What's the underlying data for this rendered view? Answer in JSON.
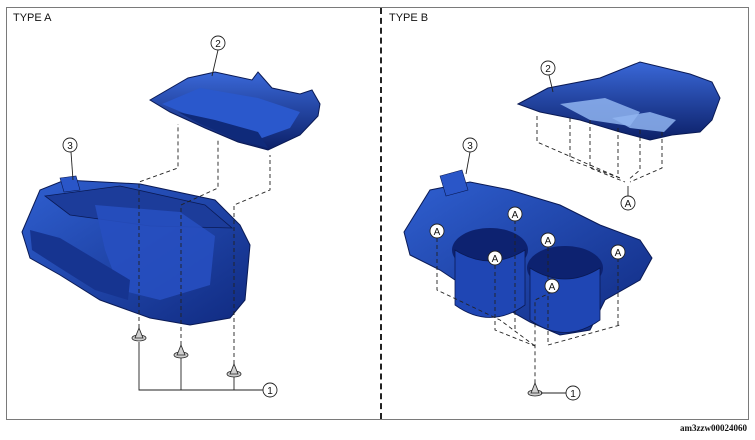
{
  "panels": {
    "left": {
      "title": "TYPE A"
    },
    "right": {
      "title": "TYPE B"
    }
  },
  "callouts": {
    "clip": "1",
    "upper_panel": "2",
    "console_box": "3",
    "tab": "A"
  },
  "figure_code": "am3zzw00024060",
  "colors": {
    "part_blue": "#1a3fa8",
    "part_dark": "#0e2470",
    "part_light": "#2f5fd0",
    "line": "#222222"
  }
}
